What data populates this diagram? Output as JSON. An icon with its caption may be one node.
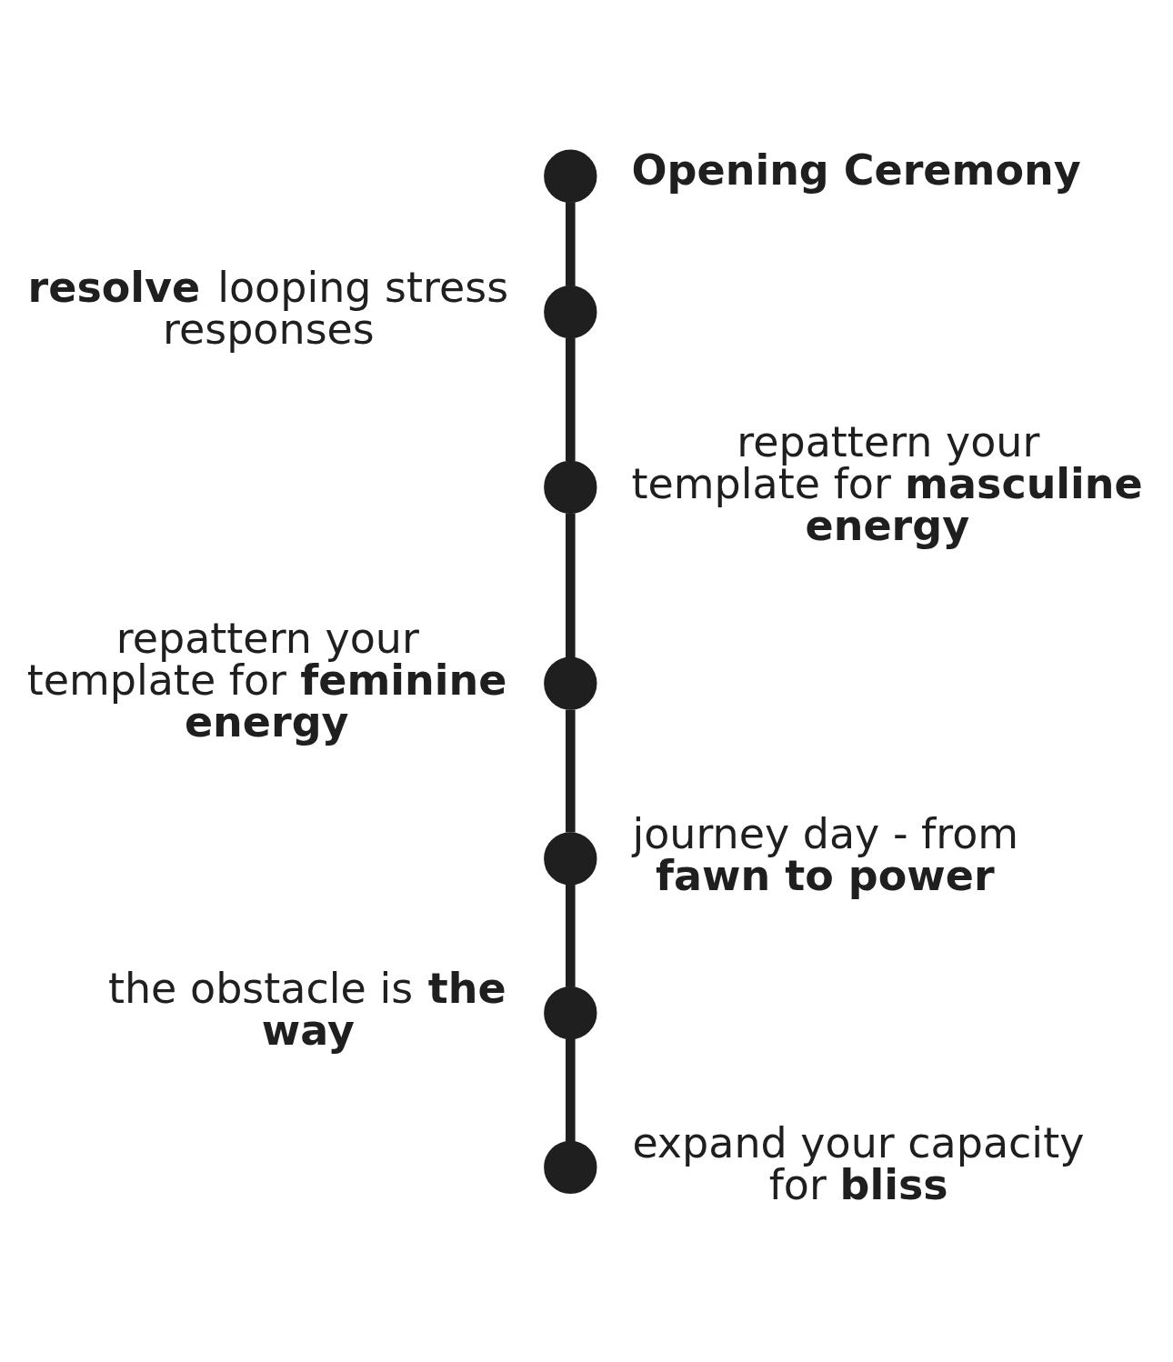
{
  "diagram": {
    "nodes": [
      {
        "text": [],
        "shape": "circle",
        "beside": [
          "Opening Ceremony"
        ]
      },
      {
        "text": [],
        "shape": "circle",
        "beside": [
          "**resolve** looping stress responses"
        ]
      },
      {
        "text": [],
        "shape": "circle",
        "beside": [
          "repattern your template for **masculine energy**"
        ]
      },
      {
        "text": [],
        "shape": "circle",
        "beside": [
          "repattern your template for **feminine energy**"
        ]
      },
      {
        "text": [],
        "shape": "circle",
        "beside": [
          "journey day - from **fawn to power**"
        ]
      },
      {
        "text": [],
        "shape": "circle",
        "beside": [
          "the obstacle is **the way**"
        ]
      },
      {
        "text": [],
        "shape": "circle",
        "beside": [
          "expand your capacity for **bliss**"
        ]
      }
    ],
    "edges": [
      {
        "from": 0,
        "to": 1,
        "arrow": "none"
      },
      {
        "from": 1,
        "to": 2,
        "arrow": "none"
      },
      {
        "from": 2,
        "to": 3,
        "arrow": "none"
      },
      {
        "from": 3,
        "to": 4,
        "arrow": "none"
      },
      {
        "from": 4,
        "to": 5,
        "arrow": "none"
      },
      {
        "from": 5,
        "to": 6,
        "arrow": "none"
      }
    ]
  }
}
